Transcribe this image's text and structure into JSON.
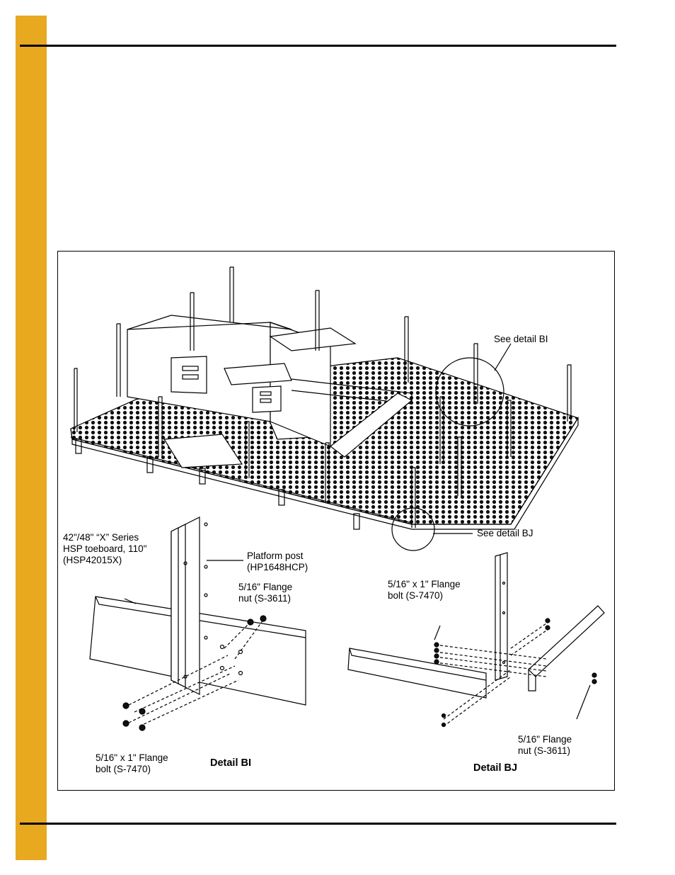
{
  "colors": {
    "accent_tab": "#e8a921",
    "rule": "#000000",
    "line_art": "#000000"
  },
  "figure": {
    "callouts": {
      "see_detail_bi": "See detail BI",
      "see_detail_bj": "See detail BJ"
    },
    "detail_bi": {
      "title": "Detail BI",
      "toeboard": [
        "42\"/48\" “X” Series",
        "HSP toeboard, 110\"",
        "(HSP42015X)"
      ],
      "post": [
        "Platform post",
        "(HP1648HCP)"
      ],
      "nut": [
        "5/16\" Flange",
        "nut (S-3611)"
      ],
      "bolt": [
        "5/16\" x 1\" Flange",
        "bolt (S-7470)"
      ]
    },
    "detail_bj": {
      "title": "Detail BJ",
      "bolt": [
        "5/16\" x 1\" Flange",
        "bolt (S-7470)"
      ],
      "nut": [
        "5/16\" Flange",
        "nut (S-3611)"
      ]
    }
  }
}
